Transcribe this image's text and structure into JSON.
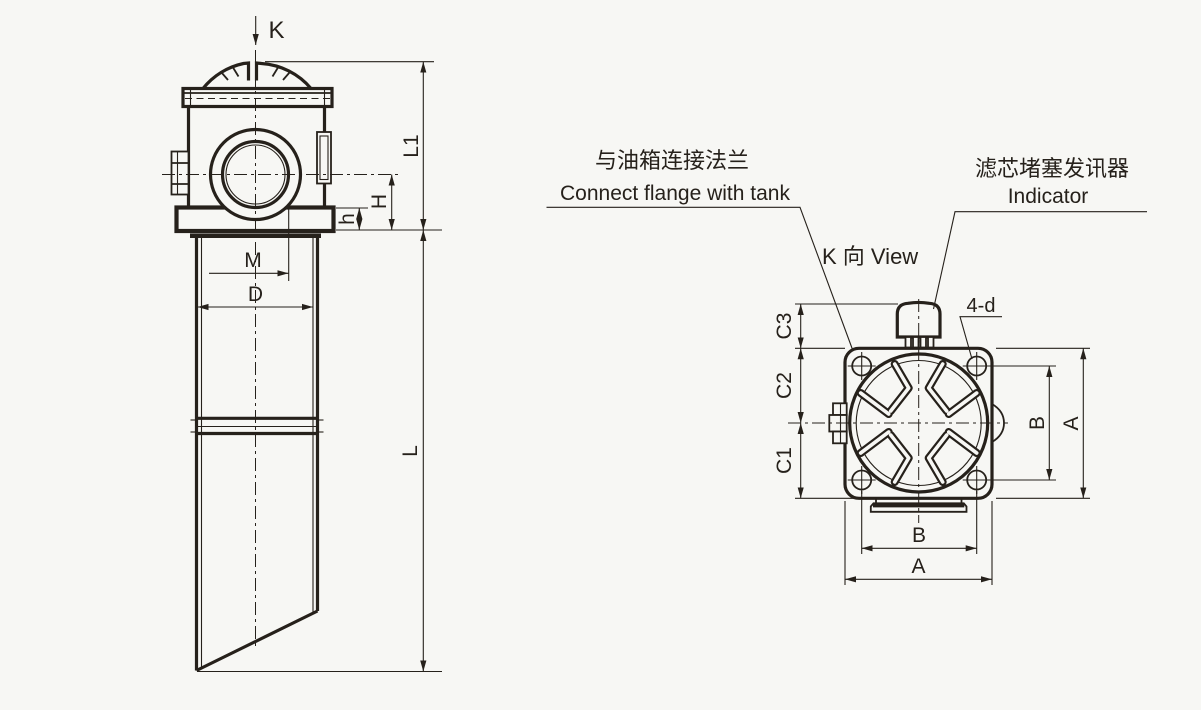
{
  "colors": {
    "background": "#f7f7f4",
    "line": "#26211b"
  },
  "left_view": {
    "labels": {
      "k_arrow": "K",
      "l1": "L1",
      "h_upper": "H",
      "h_lower": "h",
      "m": "M",
      "d": "D",
      "l": "L"
    }
  },
  "right_view": {
    "title": "K 向  View",
    "callout_flange_cn": "与油箱连接法兰",
    "callout_flange_en": "Connect flange with tank",
    "callout_indicator_cn": "滤芯堵塞发讯器",
    "callout_indicator_en": "Indicator",
    "bolt_hole_note": "4-d",
    "dims": {
      "c3": "C3",
      "c2": "C2",
      "c1": "C1",
      "b_vertical": "B",
      "a_vertical": "A",
      "b_horizontal": "B",
      "a_horizontal": "A"
    }
  }
}
